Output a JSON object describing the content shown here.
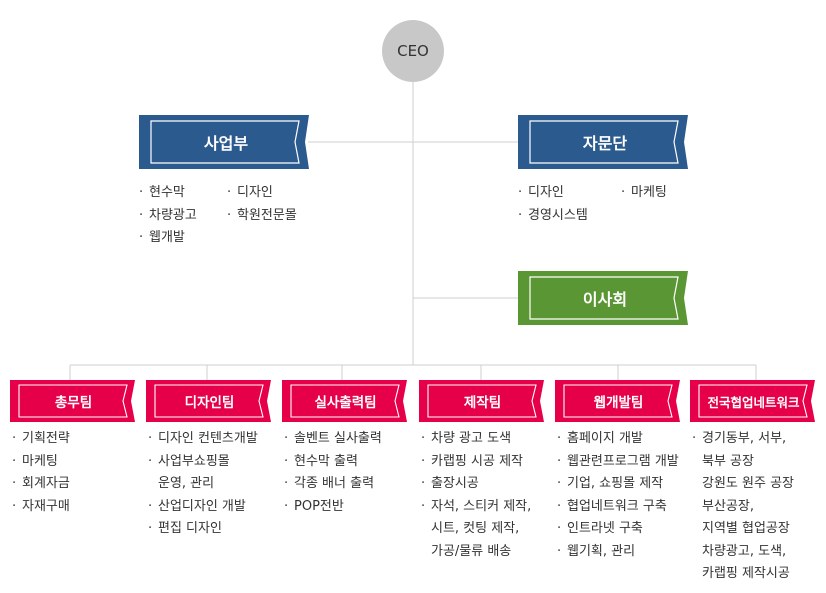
{
  "colors": {
    "blue": "#2b5a8e",
    "green": "#5b9634",
    "red": "#e6004a",
    "line": "#cfcfcf",
    "ceo_bg": "#c8c8c8"
  },
  "ceo": {
    "label": "CEO"
  },
  "upper": {
    "business": {
      "label": "사업부",
      "col1": [
        "현수막",
        "차량광고",
        "웹개발"
      ],
      "col2": [
        "디자인",
        "학원전문몰"
      ]
    },
    "advisory": {
      "label": "자문단",
      "col1": [
        "디자인",
        "경영시스템"
      ],
      "col2": [
        "마케팅"
      ]
    },
    "board": {
      "label": "이사회"
    }
  },
  "teams": [
    {
      "label": "총무팀",
      "items": [
        {
          "text": "기획전략"
        },
        {
          "text": "마케팅"
        },
        {
          "text": "회계자금"
        },
        {
          "text": "자재구매"
        }
      ]
    },
    {
      "label": "디자인팀",
      "items": [
        {
          "text": "디자인 컨텐츠개발"
        },
        {
          "text": "사업부쇼핑몰"
        },
        {
          "text": "운영, 관리",
          "cont": true
        },
        {
          "text": "산업디자인 개발"
        },
        {
          "text": "편집 디자인"
        }
      ]
    },
    {
      "label": "실사출력팀",
      "items": [
        {
          "text": "솔벤트 실사출력"
        },
        {
          "text": "현수막 출력"
        },
        {
          "text": "각종 배너 출력"
        },
        {
          "text": "POP전반"
        }
      ]
    },
    {
      "label": "제작팀",
      "items": [
        {
          "text": "차량 광고 도색"
        },
        {
          "text": "카랩핑 시공 제작"
        },
        {
          "text": "출장시공"
        },
        {
          "text": "자석, 스티커 제작,"
        },
        {
          "text": "시트, 컷팅 제작,",
          "cont": true
        },
        {
          "text": "가공/물류 배송",
          "cont": true
        }
      ]
    },
    {
      "label": "웹개발팀",
      "items": [
        {
          "text": "홈페이지 개발"
        },
        {
          "text": "웹관련프로그램 개발"
        },
        {
          "text": "기업, 쇼핑몰 제작"
        },
        {
          "text": "협업네트워크 구축"
        },
        {
          "text": "인트라넷 구축"
        },
        {
          "text": "웹기획, 관리"
        }
      ]
    },
    {
      "label": "전국협업네트워크",
      "items": [
        {
          "text": "경기동부, 서부,"
        },
        {
          "text": "북부 공장",
          "cont": true
        },
        {
          "text": "강원도 원주 공장",
          "cont": true
        },
        {
          "text": "부산공장,",
          "cont": true
        },
        {
          "text": "지역별 협업공장",
          "cont": true
        },
        {
          "text": "차량광고, 도색,",
          "cont": true
        },
        {
          "text": "카랩핑 제작시공",
          "cont": true
        }
      ]
    }
  ]
}
